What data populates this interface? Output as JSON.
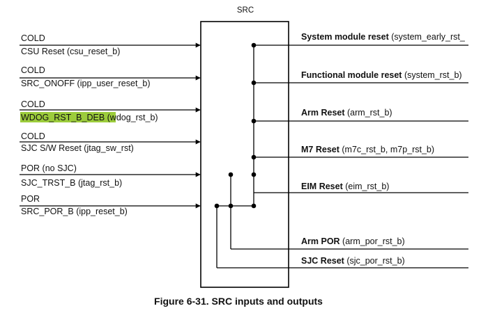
{
  "block": {
    "label": "SRC"
  },
  "inputs": [
    {
      "type": "COLD",
      "signal": "CSU Reset (csu_reset_b)"
    },
    {
      "type": "COLD",
      "signal": "SRC_ONOFF (ipp_user_reset_b)"
    },
    {
      "type": "COLD",
      "signal_highlight": "WDOG_RST_B_DEB",
      "signal_rest": " (wdog_rst_b)",
      "highlight_color": "#9ccc3c"
    },
    {
      "type": "COLD",
      "signal": "SJC S/W Reset (jtag_sw_rst)"
    },
    {
      "type": "POR (no SJC)",
      "signal": "SJC_TRST_B (jtag_rst_b)"
    },
    {
      "type": "POR",
      "signal": "SRC_POR_B (ipp_reset_b)"
    }
  ],
  "outputs": [
    {
      "name": "System module reset",
      "signal": " (system_early_rst_"
    },
    {
      "name": "Functional module reset",
      "signal": " (system_rst_b)"
    },
    {
      "name": "Arm Reset",
      "signal": " (arm_rst_b)"
    },
    {
      "name": "M7 Reset",
      "signal": " (m7c_rst_b, m7p_rst_b)"
    },
    {
      "name": "EIM Reset",
      "signal": " (eim_rst_b)"
    },
    {
      "name": "Arm POR",
      "signal": " (arm_por_rst_b)"
    },
    {
      "name": "SJC Reset",
      "signal": " (sjc_por_rst_b)"
    }
  ],
  "caption": "Figure 6-31. SRC inputs and outputs"
}
